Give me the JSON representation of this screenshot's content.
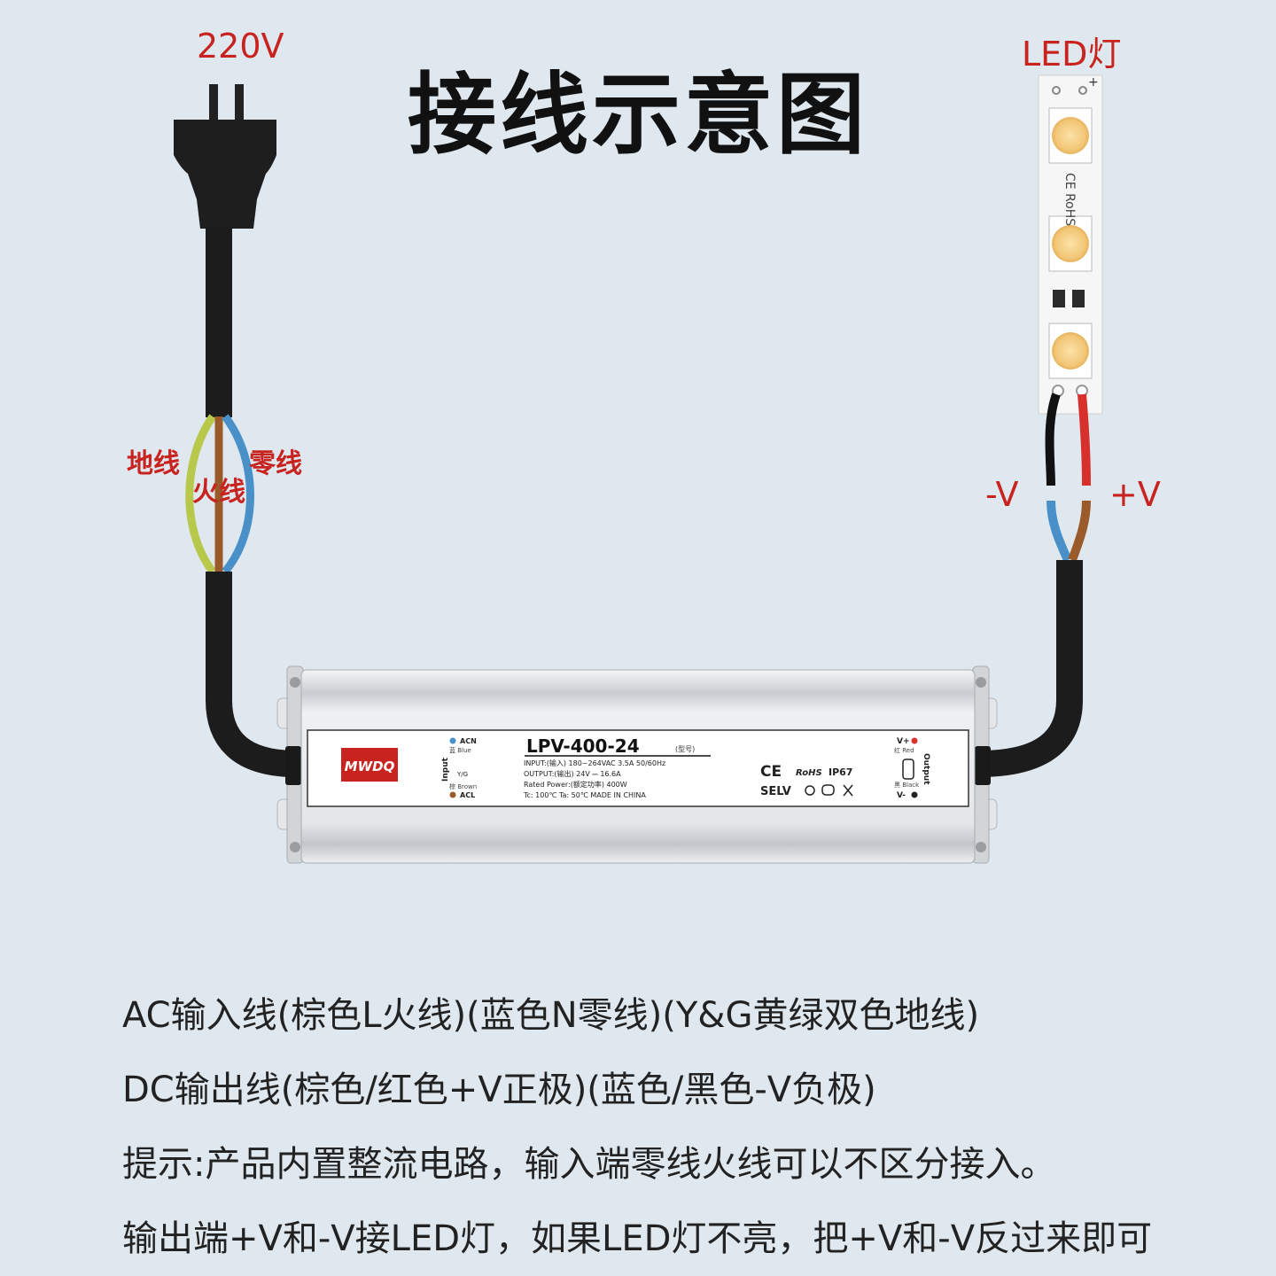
{
  "title": "接线示意图",
  "labels": {
    "voltage": "220V",
    "led_light": "LED灯",
    "ground": "地线",
    "neutral": "零线",
    "live": "火线",
    "minus_v": "-V",
    "plus_v": "+V"
  },
  "device": {
    "brand": "MWDQ",
    "model": "LPV-400-24",
    "model_tag": "(型号)",
    "input_line": "INPUT:(输入)   180~264VAC   3.5A   50/60Hz",
    "output_line": "OUTPUT:(输出)   24V ⎓ 16.6A",
    "power_line": "Rated Power:(额定功率)  400W",
    "temp_line": "Tc: 100℃        Ta: 50℃        MADE IN CHINA",
    "left_acn": "ACN",
    "left_blue": "蓝 Blue",
    "left_input": "Input",
    "left_yg": "Y/G",
    "left_brown": "棕 Brown",
    "left_acl": "ACL",
    "right_vplus": "V+",
    "right_red": "红 Red",
    "right_output": "Output",
    "right_black": "黑 Black",
    "right_vminus": "V-",
    "cert_ce": "CE",
    "cert_rohs": "RoHS",
    "cert_ip": "IP67",
    "cert_selv": "SELV"
  },
  "strip": {
    "marks": "CE RoHS",
    "minus": "-",
    "plus": "+"
  },
  "notes": [
    "AC输入线(棕色L火线)(蓝色N零线)(Y&G黄绿双色地线)",
    "DC输出线(棕色/红色+V正极)(蓝色/黑色-V负极)",
    "提示:产品内置整流电路，输入端零线火线可以不区分接入。",
    "输出端+V和-V接LED灯，如果LED灯不亮，把+V和-V反过来即可"
  ],
  "colors": {
    "wire_brown": "#9a5a2a",
    "wire_blue": "#4a90c8",
    "wire_yg": "#b8c84a",
    "wire_red": "#d8302c",
    "cable": "#1c1c1c",
    "label_red": "#c8231f"
  }
}
